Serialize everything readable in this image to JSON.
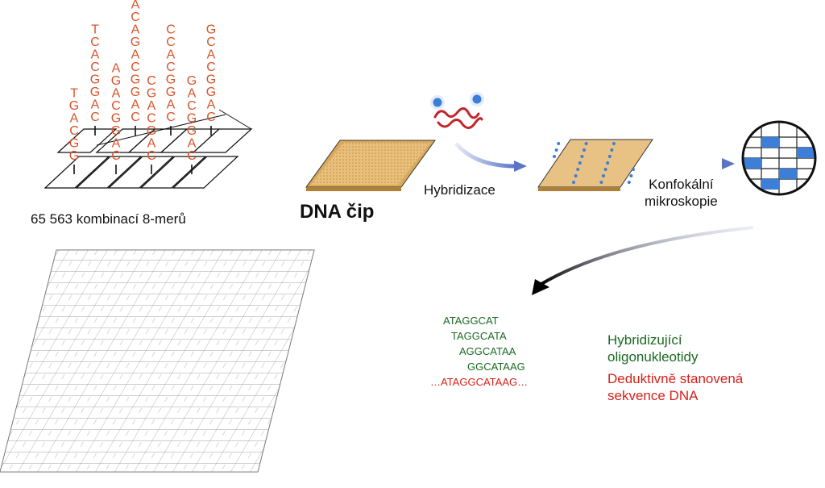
{
  "header": {},
  "labels": {
    "combinations": "65 563 kombinací 8-merů",
    "chip": "DNA čip",
    "hybridization": "Hybridizace",
    "confocal_line1": "Konfokální",
    "confocal_line2": "mikroskopie"
  },
  "columns": [
    {
      "letters": "GGCAGT"
    },
    {
      "letters": "CAGGCACT"
    },
    {
      "letters": "CAGGCAGA"
    },
    {
      "letters": "CAGGCAGACA"
    },
    {
      "letters": "CAGCAGC"
    },
    {
      "letters": "CAGGCACC"
    },
    {
      "letters": "CAGGCAG"
    },
    {
      "letters": "CAGGCACG"
    }
  ],
  "sequences": [
    "ATAGGCAT",
    "TAGGCATA",
    "AGGCATAA",
    "GGCATAAG",
    "…ATAGGCATAAG…"
  ],
  "legend": {
    "green_line1": "Hybridizující",
    "green_line2": "oligonukleotidy",
    "red_line1": "Deduktivně stanovená",
    "red_line2": "sekvence DNA"
  },
  "colors": {
    "probe_letters": "#d8542b",
    "green_text": "#1a6a22",
    "red_text": "#d8201a",
    "chip_fill": "#e8c184",
    "spot_blue": "#3d7ed8",
    "arrow_blue": "#5a74c8"
  }
}
